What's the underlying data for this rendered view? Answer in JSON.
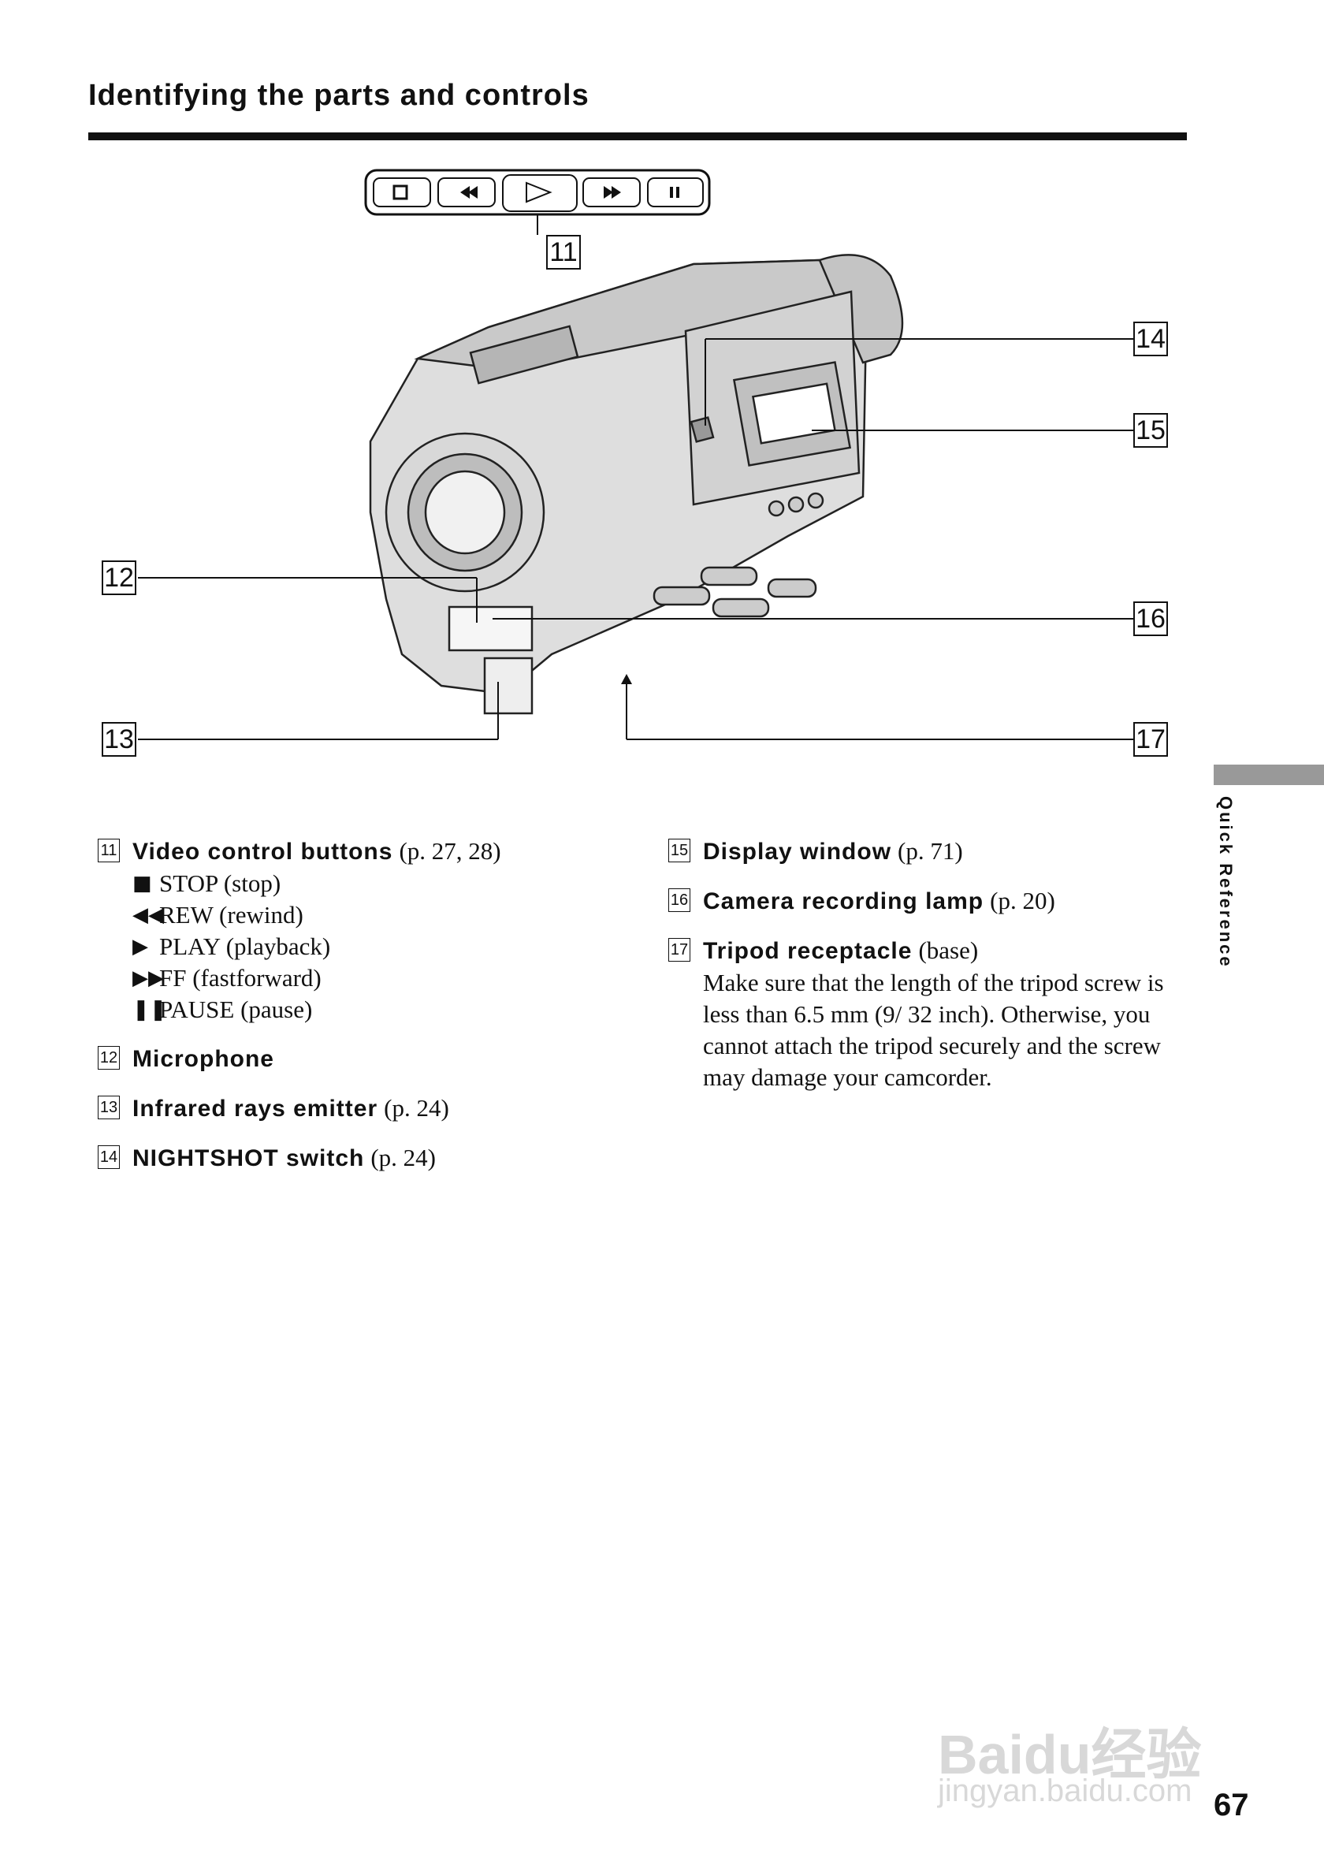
{
  "header": {
    "title": "Identifying the parts and controls"
  },
  "diagram": {
    "callouts": [
      {
        "n": "11"
      },
      {
        "n": "12"
      },
      {
        "n": "13"
      },
      {
        "n": "14"
      },
      {
        "n": "15"
      },
      {
        "n": "16"
      },
      {
        "n": "17"
      }
    ],
    "control_strip_icons": [
      "stop-icon",
      "rewind-icon",
      "play-icon",
      "fastforward-icon",
      "pause-icon"
    ]
  },
  "items_left": [
    {
      "n": "11",
      "name": "Video control buttons",
      "page": "(p. 27, 28)",
      "subs": [
        {
          "icon": "stop-icon",
          "sym": "■",
          "text": "STOP (stop)"
        },
        {
          "icon": "rewind-icon",
          "sym": "◀◀",
          "text": "REW (rewind)"
        },
        {
          "icon": "play-icon",
          "sym": "▶",
          "text": "PLAY (playback)"
        },
        {
          "icon": "fastforward-icon",
          "sym": "▶▶",
          "text": "FF (fastforward)"
        },
        {
          "icon": "pause-icon",
          "sym": "❚❚",
          "text": "PAUSE (pause)"
        }
      ]
    },
    {
      "n": "12",
      "name": "Microphone",
      "page": ""
    },
    {
      "n": "13",
      "name": "Infrared rays emitter",
      "page": "(p. 24)"
    },
    {
      "n": "14",
      "name": "NIGHTSHOT switch",
      "page": "(p. 24)"
    }
  ],
  "items_right": [
    {
      "n": "15",
      "name": "Display window",
      "page": "(p. 71)"
    },
    {
      "n": "16",
      "name": "Camera recording lamp",
      "page": "(p. 20)"
    },
    {
      "n": "17",
      "name": "Tripod receptacle",
      "page": "(base)",
      "note": "Make sure that the length of the tripod screw is less than 6.5 mm (9/ 32 inch). Otherwise, you cannot attach the tripod securely and the screw may damage your camcorder."
    }
  ],
  "side_tab": {
    "label": "Quick Reference"
  },
  "footer": {
    "page_number": "67"
  },
  "watermark": {
    "main": "Baidu经验",
    "sub": "jingyan.baidu.com"
  }
}
